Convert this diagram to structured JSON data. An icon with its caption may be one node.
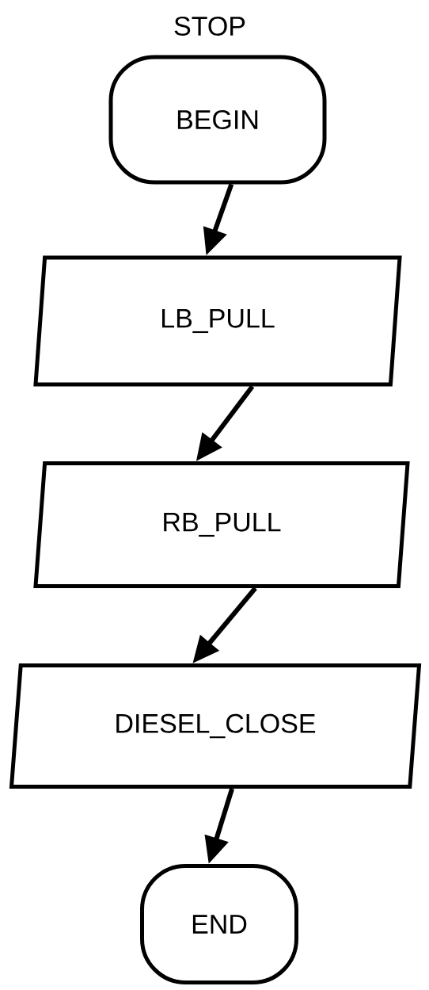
{
  "diagram": {
    "nodes": [
      {
        "text": [
          "BEGIN"
        ]
      },
      {
        "text": [
          "LB_PULL"
        ]
      },
      {
        "text": [
          "RB_PULL"
        ]
      },
      {
        "text": [
          "DIESEL_CLOSE"
        ]
      },
      {
        "text": [
          "END"
        ]
      }
    ],
    "edges": [
      {
        "from": 0,
        "to": 1,
        "arrow": "to"
      },
      {
        "from": 1,
        "to": 2,
        "arrow": "to"
      },
      {
        "from": 2,
        "to": 3,
        "arrow": "to"
      },
      {
        "from": 3,
        "to": 4,
        "arrow": "to"
      }
    ],
    "labels": [
      "STOP"
    ]
  }
}
